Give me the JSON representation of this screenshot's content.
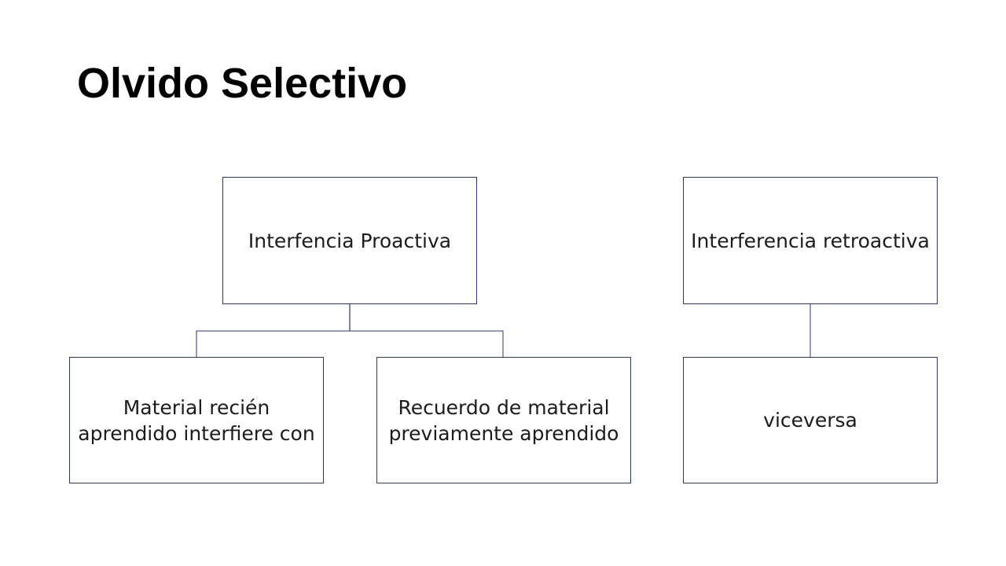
{
  "slide": {
    "title": "Olvido Selectivo"
  },
  "diagram": {
    "line_color": "#2f3569",
    "nodes": {
      "proactive": {
        "label": "Interfencia Proactiva"
      },
      "new_material": {
        "label": "Material recién aprendido interfiere con"
      },
      "previous_recall": {
        "label": "Recuerdo de material previamente aprendido"
      },
      "retroactive": {
        "label": "Interferencia retroactiva"
      },
      "viceversa": {
        "label": "viceversa"
      }
    },
    "edges": [
      {
        "from": "proactive",
        "to": "new_material"
      },
      {
        "from": "proactive",
        "to": "previous_recall"
      },
      {
        "from": "retroactive",
        "to": "viceversa"
      }
    ]
  }
}
